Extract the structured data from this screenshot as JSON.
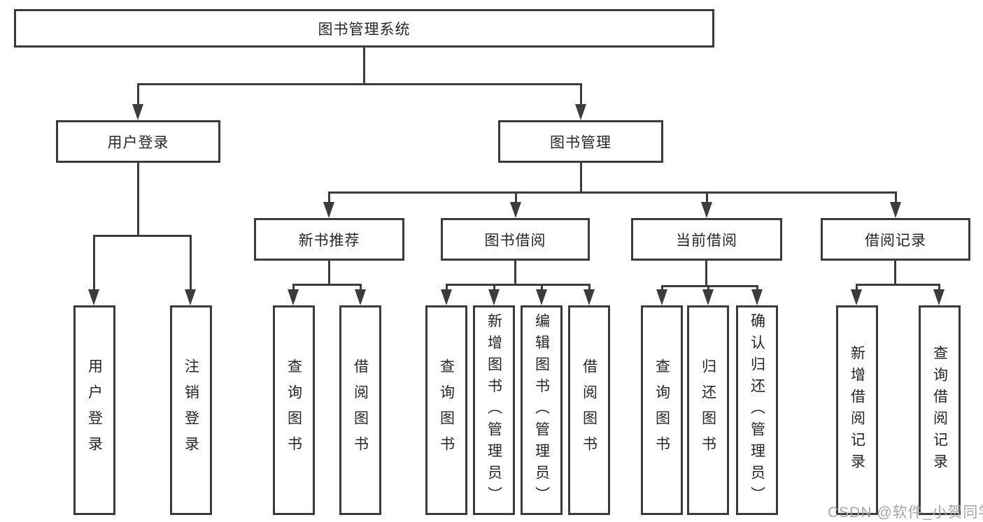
{
  "diagram": {
    "title": "图书管理系统",
    "colors": {
      "line": "#3c3c3c",
      "box_border": "#3b3b3b",
      "box_fill": "#ffffff",
      "text": "#262626",
      "watermark": "#a5a5a8",
      "background": "#ffffff"
    },
    "root": {
      "label": "图书管理系统"
    },
    "level2": [
      {
        "label": "用户登录"
      },
      {
        "label": "图书管理"
      }
    ],
    "level3": [
      {
        "label": "新书推荐"
      },
      {
        "label": "图书借阅"
      },
      {
        "label": "当前借阅"
      },
      {
        "label": "借阅记录"
      }
    ],
    "leaves": {
      "user_login": [
        "用户登录",
        "注销登录"
      ],
      "new_book_recommend": [
        "查询图书",
        "借阅图书"
      ],
      "book_borrow": [
        "查询图书",
        "新增图书（管理员）",
        "编辑图书（管理员）",
        "借阅图书"
      ],
      "current_borrow": [
        "查询图书",
        "归还图书",
        "确认归还（管理员）"
      ],
      "borrow_records": [
        "新增借阅记录",
        "查询借阅记录"
      ]
    },
    "watermark": "CSDN @软件_小贺同学"
  }
}
